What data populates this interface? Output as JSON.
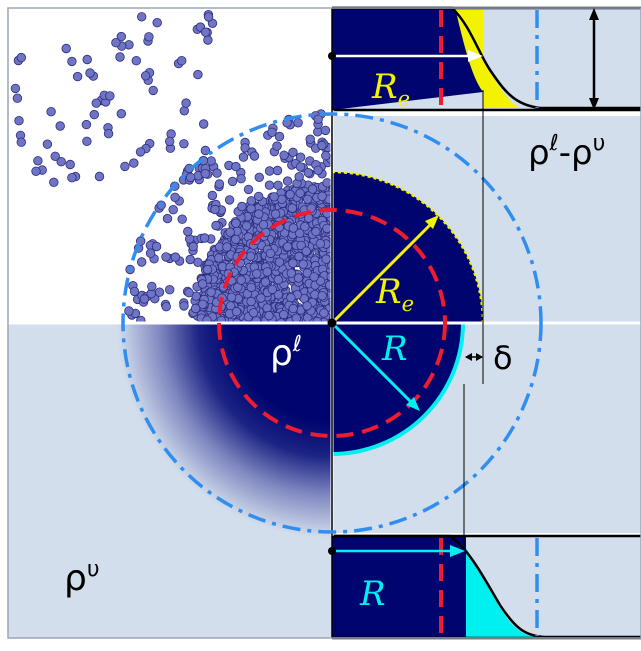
{
  "colors": {
    "background": "#d3deec",
    "liquid": "#00046e",
    "particle": "#6f74c4",
    "particle_edge": "#2b2d7d",
    "equimolar_radius": "#ef1c2e",
    "outer_circle": "#2f8ef0",
    "surface_of_tension": "#f3f300",
    "equimolar": "#00f0f0",
    "line": "#000000",
    "white": "#ffffff"
  },
  "labels": {
    "R_e_top": "R",
    "R_e_top_sub": "e",
    "R_e_mid": "R",
    "R_e_mid_sub": "e",
    "R_mid": "R",
    "R_bottom": "R",
    "delta": "δ",
    "rho_liquid": "ρ",
    "rho_liquid_sup": "ℓ",
    "rho_vapor": "ρ",
    "rho_vapor_sup": "υ",
    "rho_diff_a": "ρ",
    "rho_diff_a_sup": "ℓ",
    "rho_diff_dash": "-",
    "rho_diff_b": "ρ",
    "rho_diff_b_sup": "υ"
  }
}
